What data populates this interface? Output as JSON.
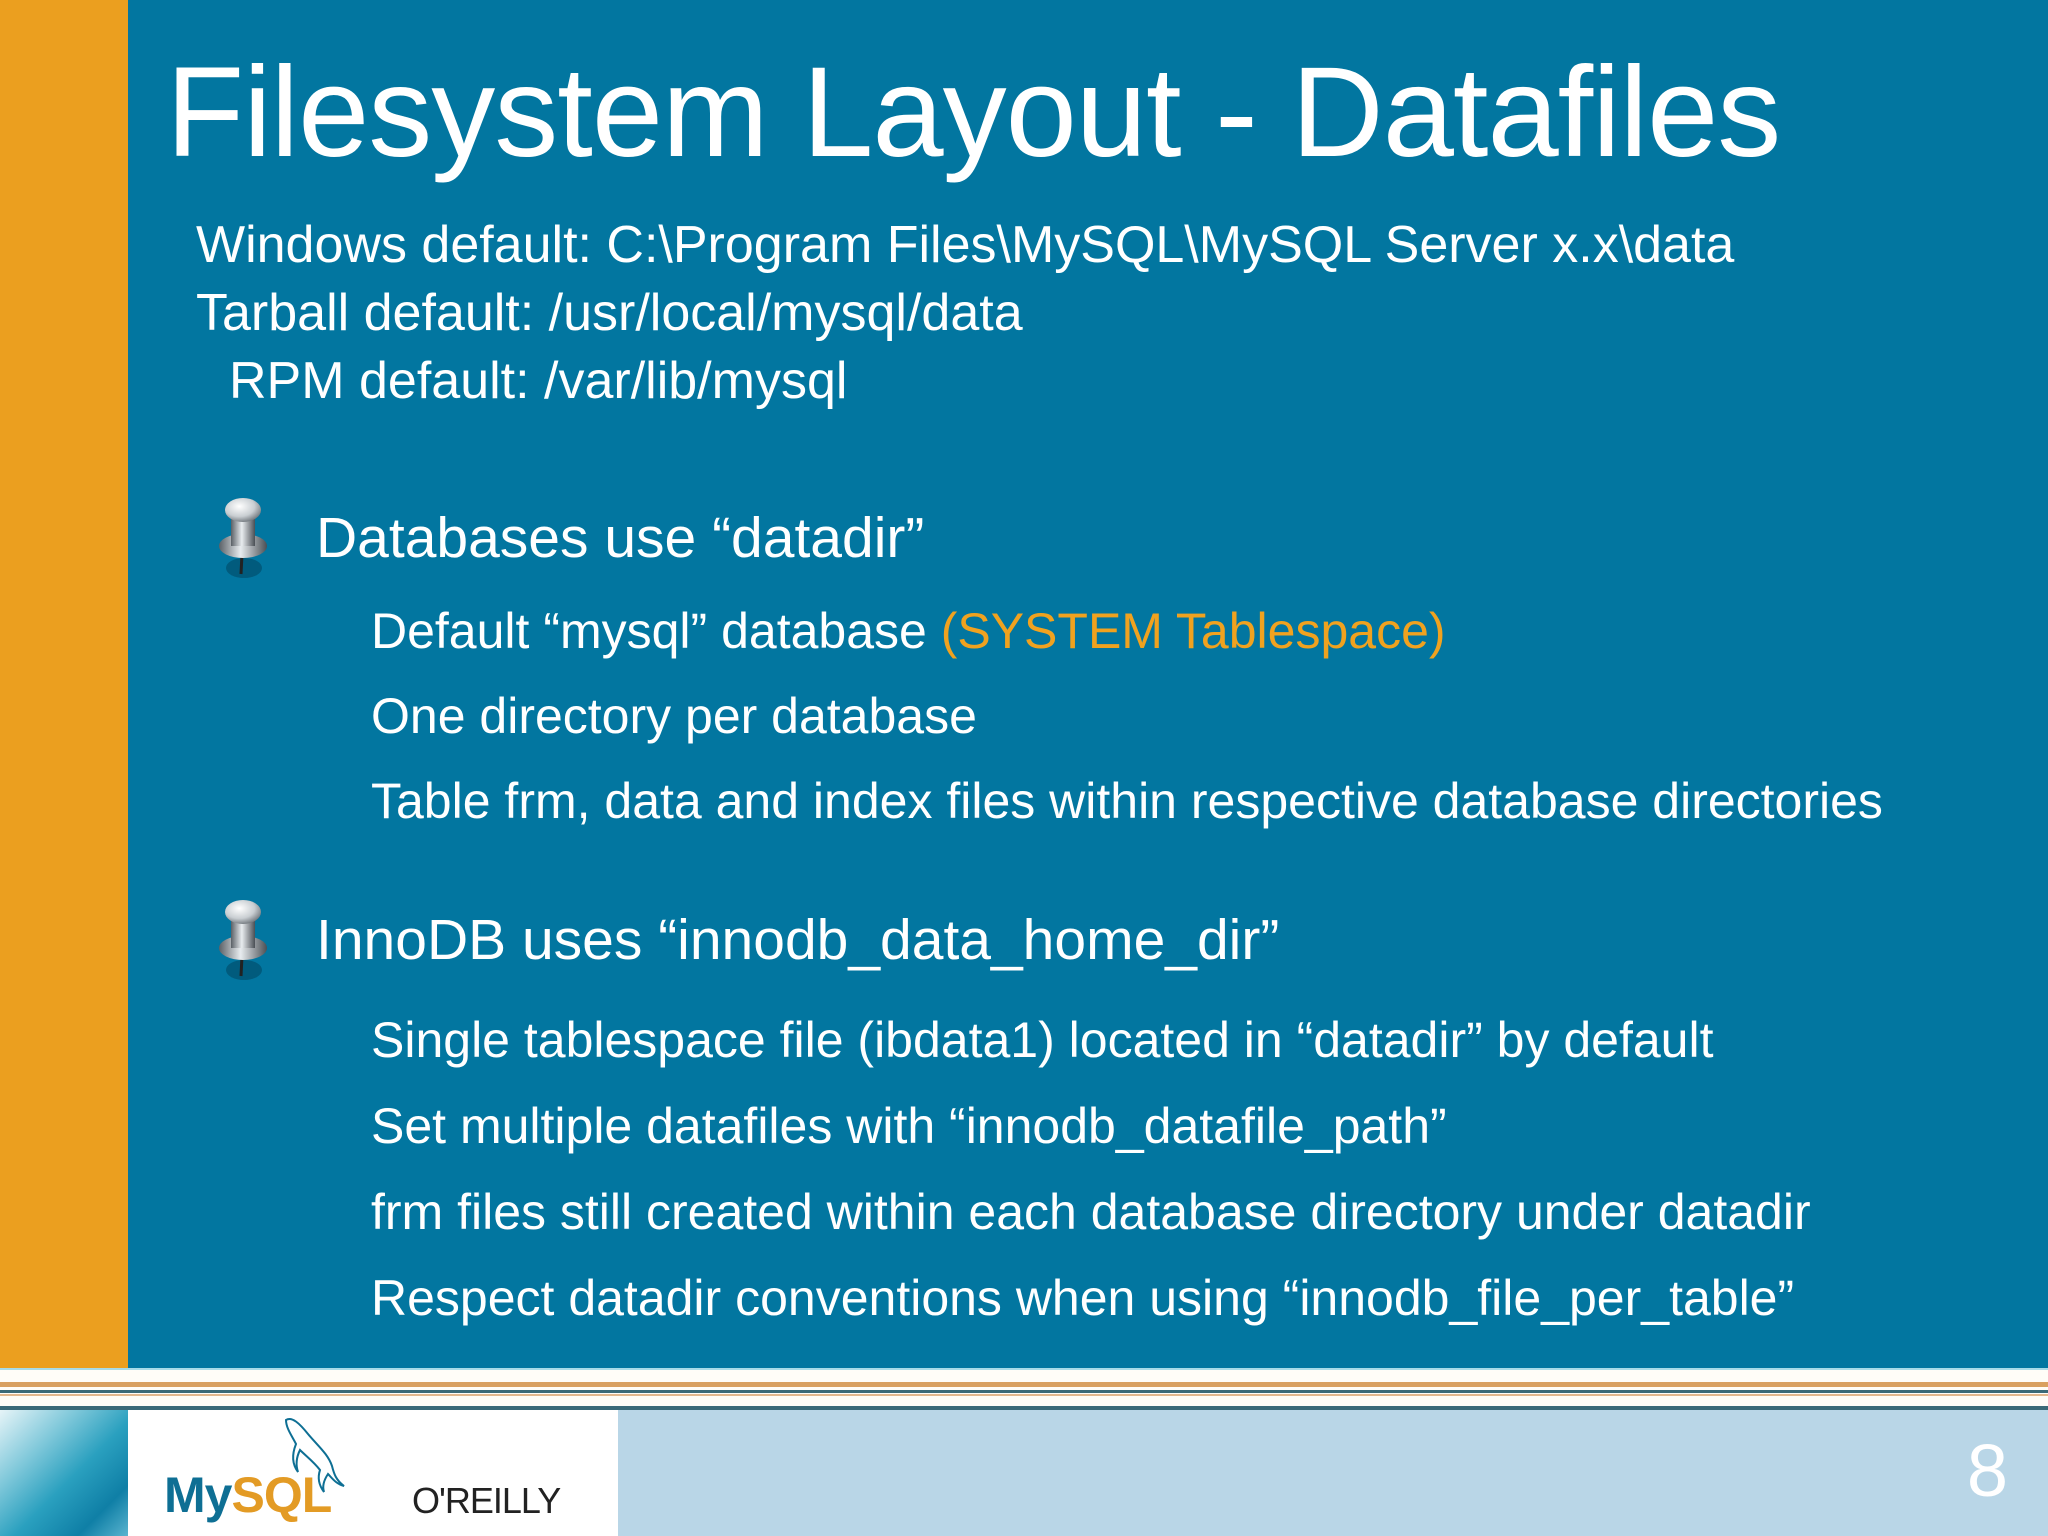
{
  "slide": {
    "title": "Filesystem Layout - Datafiles",
    "page_number": "8",
    "colors": {
      "background": "#0276a0",
      "accent_bar": "#eb9f1f",
      "highlight_text": "#f0a21f",
      "footer_bg": "#b9d6e7"
    }
  },
  "defaults": [
    {
      "label": "Windows default: C:\\Program Files\\MySQL\\MySQL Server x.x\\data"
    },
    {
      "label": "Tarball default: /usr/local/mysql/data"
    },
    {
      "label": "RPM default: /var/lib/mysql"
    }
  ],
  "bullets": [
    {
      "icon": "pushpin-icon",
      "text": "Databases use “datadir”",
      "subitems": [
        {
          "text": "Default “mysql” database ",
          "highlight": "(SYSTEM Tablespace)"
        },
        {
          "text": "One directory per database"
        },
        {
          "text": "Table frm, data and index files within respective database directories"
        }
      ]
    },
    {
      "icon": "pushpin-icon",
      "text": "InnoDB uses “innodb_data_home_dir”",
      "subitems": [
        {
          "text": "Single tablespace file (ibdata1) located in “datadir” by default"
        },
        {
          "text": "Set multiple datafiles with “innodb_datafile_path”"
        },
        {
          "text": "frm files still created within each database directory under datadir"
        },
        {
          "text": "Respect datadir conventions when using “innodb_file_per_table”"
        }
      ]
    }
  ],
  "footer": {
    "mysql_logo_my": "My",
    "mysql_logo_sql": "SQL",
    "publisher_logo": "O'REILLY"
  }
}
